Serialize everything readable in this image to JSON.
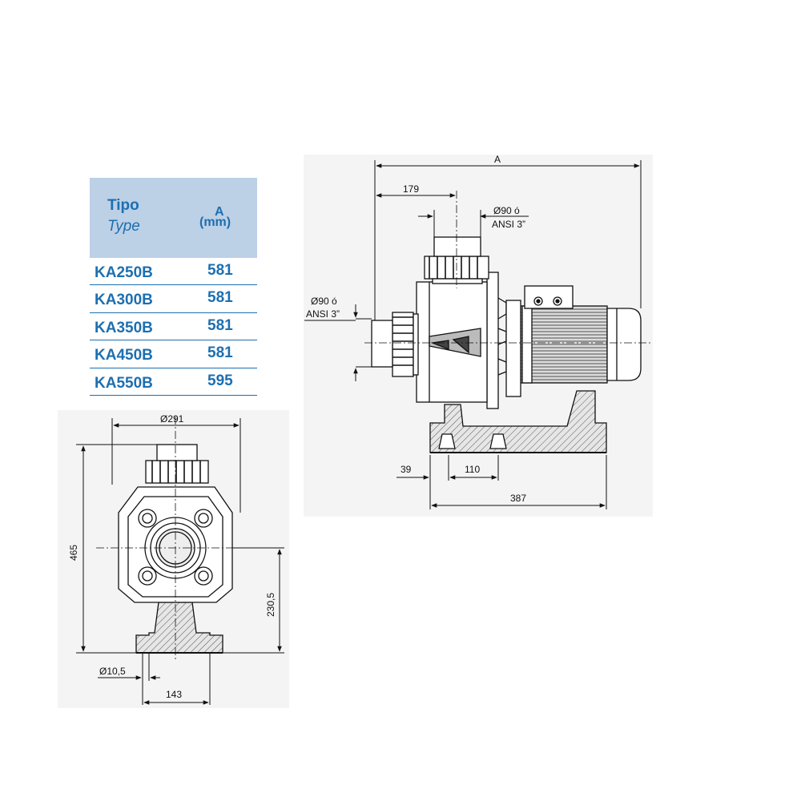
{
  "table": {
    "header": {
      "tipo": "Tipo",
      "type": "Type",
      "col_a": "A",
      "col_unit": "(mm)"
    },
    "rows": [
      {
        "model": "KA250B",
        "a": "581"
      },
      {
        "model": "KA300B",
        "a": "581"
      },
      {
        "model": "KA350B",
        "a": "581"
      },
      {
        "model": "KA450B",
        "a": "581"
      },
      {
        "model": "KA550B",
        "a": "595"
      }
    ]
  },
  "side_view": {
    "dim_a": "A",
    "dim_179": "179",
    "outlet_label_1": "Ø90 ó",
    "outlet_label_2": "ANSI 3”",
    "inlet_label_1": "Ø90 ó",
    "inlet_label_2": "ANSI 3”",
    "dim_39": "39",
    "dim_110": "110",
    "dim_387": "387"
  },
  "front_view": {
    "dim_291": "Ø291",
    "dim_465": "465",
    "dim_230": "230,5",
    "dim_hole": "Ø10,5",
    "dim_143": "143"
  },
  "colors": {
    "table_header": "#bcd0e6",
    "table_text": "#1d6fb0",
    "drawing_panel": "#f4f4f4"
  }
}
